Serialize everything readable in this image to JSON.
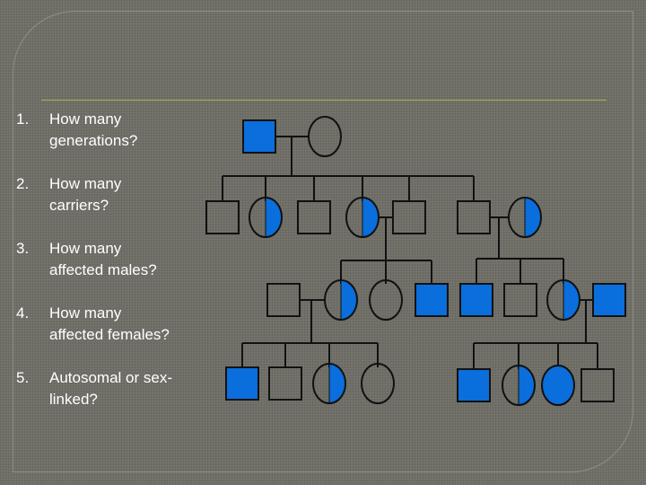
{
  "questions": [
    {
      "num": "1.",
      "line1": "How many",
      "line2": "generations?"
    },
    {
      "num": "2.",
      "line1": "How many",
      "line2": "carriers?"
    },
    {
      "num": "3.",
      "line1": "How many",
      "line2": "affected males?"
    },
    {
      "num": "4.",
      "line1": "How many",
      "line2": "affected females?"
    },
    {
      "num": "5.",
      "line1": "Autosomal or sex-",
      "line2": "linked?"
    }
  ],
  "colors": {
    "affected": "#0a6edc",
    "unaffected": "#6f6f67",
    "line": "#111111",
    "text": "#ffffff",
    "rule": "#a7b04a"
  },
  "pedigree": {
    "generations": 4,
    "individuals": [
      {
        "gen": 1,
        "sex": "male",
        "status": "affected"
      },
      {
        "gen": 1,
        "sex": "female",
        "status": "unaffected"
      },
      {
        "gen": 2,
        "sex": "male",
        "status": "unaffected"
      },
      {
        "gen": 2,
        "sex": "female",
        "status": "carrier"
      },
      {
        "gen": 2,
        "sex": "male",
        "status": "unaffected"
      },
      {
        "gen": 2,
        "sex": "female",
        "status": "carrier"
      },
      {
        "gen": 2,
        "sex": "male",
        "status": "unaffected"
      },
      {
        "gen": 2,
        "sex": "male",
        "status": "unaffected"
      },
      {
        "gen": 2,
        "sex": "female",
        "status": "carrier"
      },
      {
        "gen": 3,
        "sex": "male",
        "status": "unaffected"
      },
      {
        "gen": 3,
        "sex": "female",
        "status": "carrier"
      },
      {
        "gen": 3,
        "sex": "female",
        "status": "unaffected"
      },
      {
        "gen": 3,
        "sex": "male",
        "status": "affected"
      },
      {
        "gen": 3,
        "sex": "male",
        "status": "affected"
      },
      {
        "gen": 3,
        "sex": "male",
        "status": "unaffected"
      },
      {
        "gen": 3,
        "sex": "female",
        "status": "carrier"
      },
      {
        "gen": 3,
        "sex": "male",
        "status": "affected"
      },
      {
        "gen": 4,
        "sex": "male",
        "status": "affected"
      },
      {
        "gen": 4,
        "sex": "male",
        "status": "unaffected"
      },
      {
        "gen": 4,
        "sex": "female",
        "status": "carrier"
      },
      {
        "gen": 4,
        "sex": "female",
        "status": "unaffected"
      },
      {
        "gen": 4,
        "sex": "male",
        "status": "affected"
      },
      {
        "gen": 4,
        "sex": "female",
        "status": "carrier"
      },
      {
        "gen": 4,
        "sex": "female",
        "status": "affected"
      },
      {
        "gen": 4,
        "sex": "male",
        "status": "unaffected"
      }
    ]
  }
}
